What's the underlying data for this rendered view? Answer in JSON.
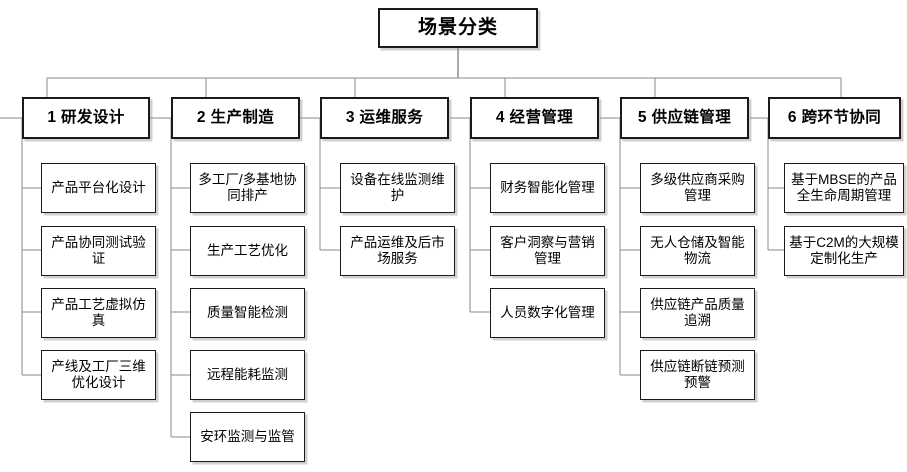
{
  "diagram": {
    "title": "场景分类",
    "type": "organizational-tree",
    "colors": {
      "background": "#ffffff",
      "box_fill": "#ffffff",
      "box_border": "#1a1a1a",
      "connector": "#888888",
      "text": "#000000",
      "shadow": "#969696"
    },
    "categories": [
      {
        "number": "1",
        "name": "研发设计",
        "label": "1 研发设计",
        "items": [
          "产品平台化设计",
          "产品协同测试验证",
          "产品工艺虚拟仿真",
          "产线及工厂三维优化设计"
        ]
      },
      {
        "number": "2",
        "name": "生产制造",
        "label": "2 生产制造",
        "items": [
          "多工厂/多基地协同排产",
          "生产工艺优化",
          "质量智能检测",
          "远程能耗监测",
          "安环监测与监管"
        ]
      },
      {
        "number": "3",
        "name": "运维服务",
        "label": "3 运维服务",
        "items": [
          "设备在线监测维护",
          "产品运维及后市场服务"
        ]
      },
      {
        "number": "4",
        "name": "经营管理",
        "label": "4 经营管理",
        "items": [
          "财务智能化管理",
          "客户洞察与营销管理",
          "人员数字化管理"
        ]
      },
      {
        "number": "5",
        "name": "供应链管理",
        "label": "5 供应链管理",
        "items": [
          "多级供应商采购管理",
          "无人仓储及智能物流",
          "供应链产品质量追溯",
          "供应链断链预测预警"
        ]
      },
      {
        "number": "6",
        "name": "跨环节协同",
        "label": "6 跨环节协同",
        "items": [
          "基于MBSE的产品全生命周期管理",
          "基于C2M的大规模定制化生产"
        ]
      }
    ]
  }
}
